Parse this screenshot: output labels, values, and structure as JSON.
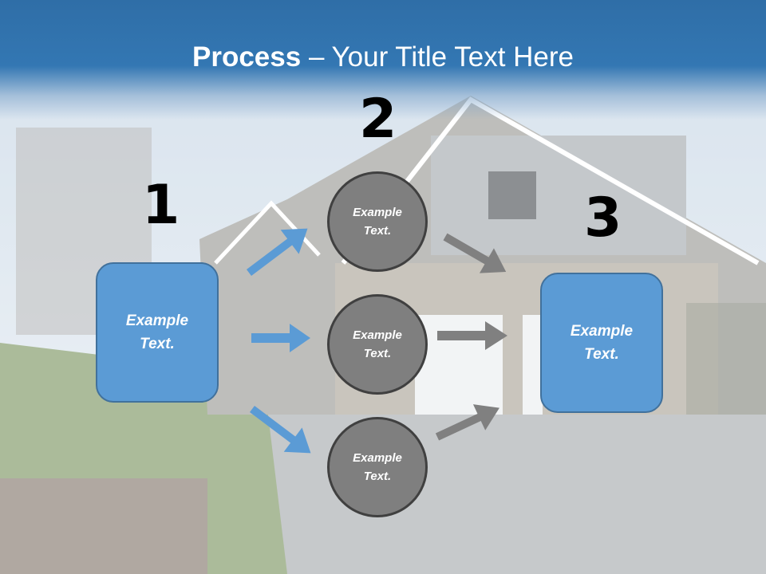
{
  "title": {
    "bold": "Process",
    "rest": " – Your Title Text Here"
  },
  "steps": {
    "one": "1",
    "two": "2",
    "three": "3"
  },
  "boxes": {
    "left": {
      "line1": "Example",
      "line2": "Text."
    },
    "right": {
      "line1": "Example",
      "line2": "Text."
    }
  },
  "circles": [
    {
      "line1": "Example",
      "line2": "Text."
    },
    {
      "line1": "Example",
      "line2": "Text."
    },
    {
      "line1": "Example",
      "line2": "Text."
    }
  ],
  "colors": {
    "header": "#3377b3",
    "box_fill": "#5b9bd5",
    "circle_fill": "#7f7f7f",
    "arrow_blue": "#5b9bd5",
    "arrow_gray": "#808080"
  },
  "icons": [
    "arrow-right-icon"
  ]
}
